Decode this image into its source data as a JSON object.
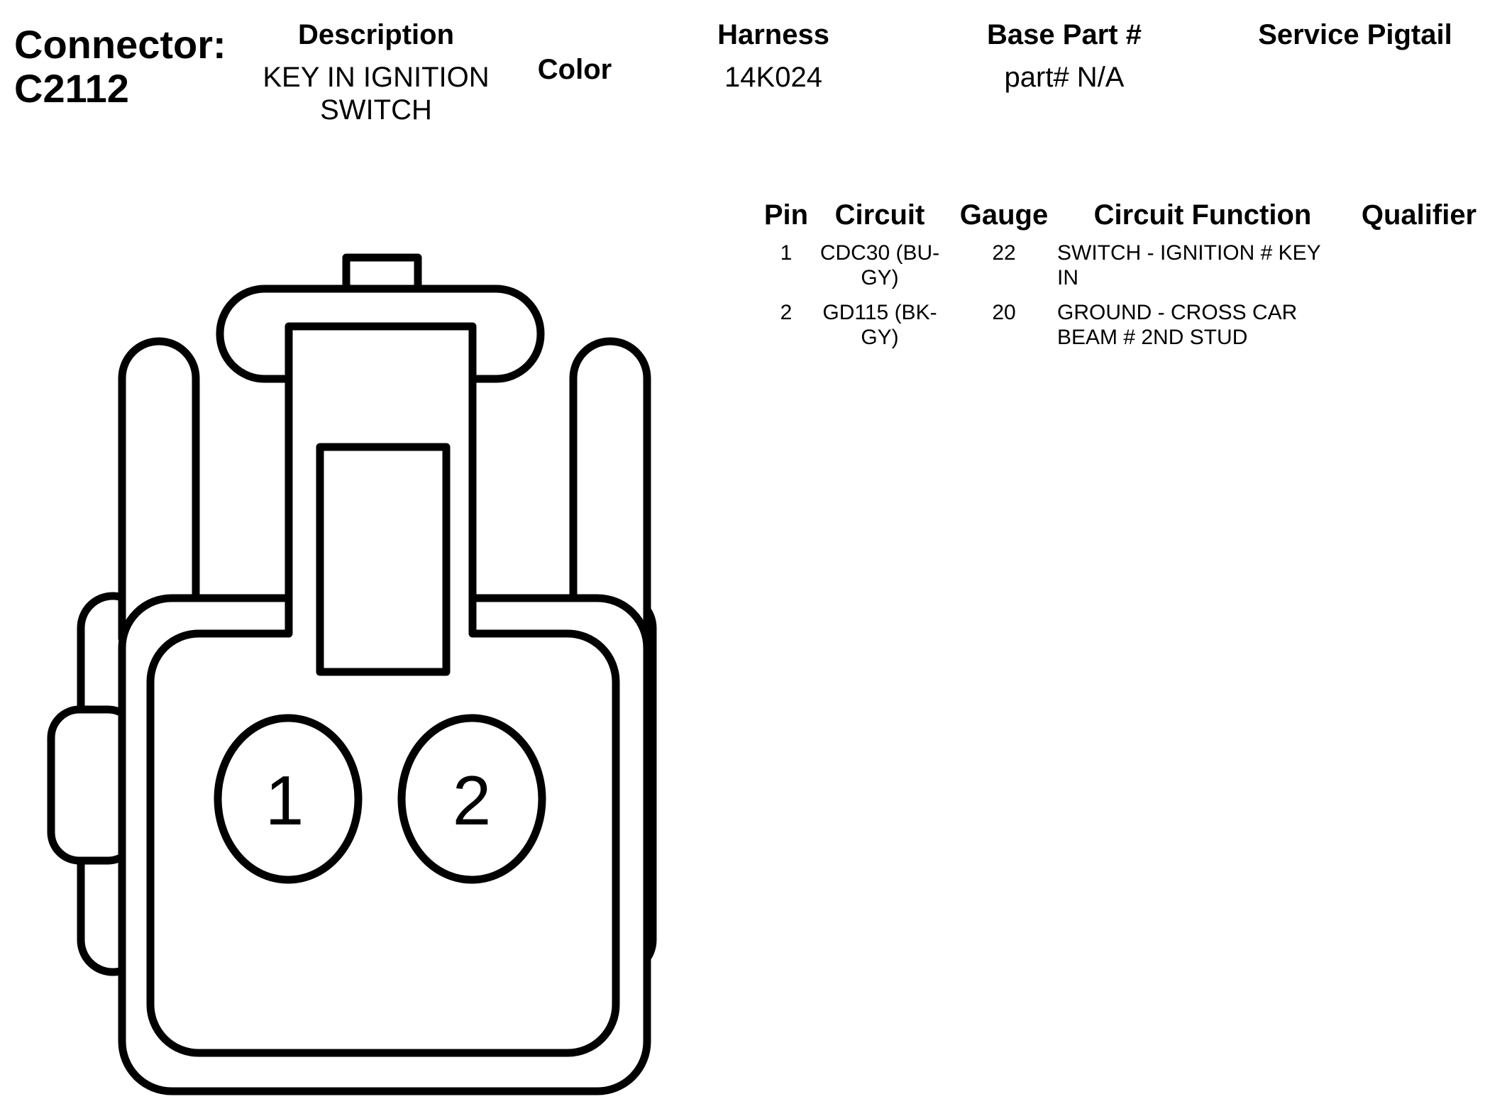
{
  "header": {
    "connector_label": "Connector:",
    "connector_id": "C2112",
    "description_label": "Description",
    "description_value": "KEY IN IGNITION SWITCH",
    "color_label": "Color",
    "harness_label": "Harness",
    "harness_value": "14K024",
    "base_part_label": "Base Part #",
    "base_part_value": "part# N/A",
    "service_pigtail_label": "Service Pigtail"
  },
  "table": {
    "headers": {
      "pin": "Pin",
      "circuit": "Circuit",
      "gauge": "Gauge",
      "function": "Circuit Function",
      "qualifier": "Qualifier"
    },
    "rows": [
      {
        "pin": "1",
        "circuit": "CDC30 (BU-GY)",
        "gauge": "22",
        "function": "SWITCH - IGNITION # KEY IN"
      },
      {
        "pin": "2",
        "circuit": "GD115 (BK-GY)",
        "gauge": "20",
        "function": "GROUND - CROSS CAR BEAM # 2ND STUD"
      }
    ]
  },
  "diagram": {
    "pin_labels": [
      "1",
      "2"
    ],
    "stroke_color": "#000000",
    "fill_color": "#ffffff"
  }
}
